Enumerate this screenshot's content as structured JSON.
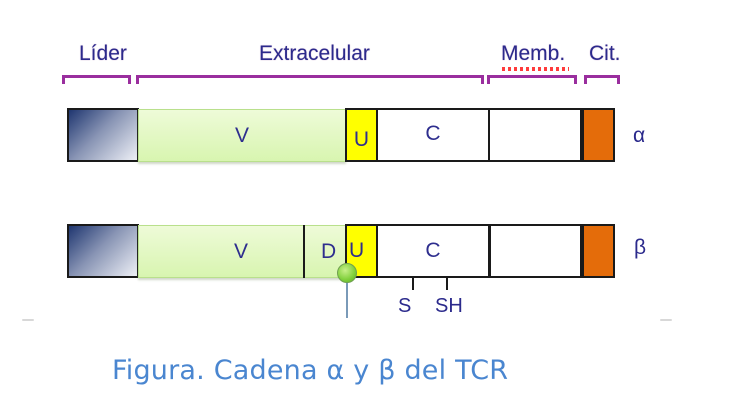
{
  "diagram": {
    "regions": {
      "leader": "Líder",
      "extracellular": "Extracelular",
      "membrane": "Memb.",
      "cytoplasmic": "Cit."
    },
    "chains": [
      {
        "name": "alpha",
        "symbol": "α",
        "segments": [
          {
            "id": "leader",
            "label": ""
          },
          {
            "id": "V",
            "label": "V"
          },
          {
            "id": "U",
            "label": "U"
          },
          {
            "id": "C",
            "label": "C"
          },
          {
            "id": "transmembrane",
            "label": ""
          },
          {
            "id": "cytoplasmic",
            "label": ""
          }
        ]
      },
      {
        "name": "beta",
        "symbol": "β",
        "segments": [
          {
            "id": "leader",
            "label": ""
          },
          {
            "id": "V",
            "label": "V"
          },
          {
            "id": "D",
            "label": "D"
          },
          {
            "id": "U",
            "label": "U"
          },
          {
            "id": "C",
            "label": "C"
          },
          {
            "id": "transmembrane",
            "label": ""
          },
          {
            "id": "cytoplasmic",
            "label": ""
          }
        ],
        "annotations": [
          "S",
          "SH"
        ]
      }
    ],
    "colors": {
      "label_text": "#2b2a8c",
      "bracket": "#9a2e9e",
      "v_region": "#d8f5b0",
      "u_region": "#ffff00",
      "cytoplasmic": "#e46c0a",
      "leader_dark": "#1f3670",
      "caption": "#4a86d0"
    }
  },
  "caption": "Figura. Cadena α y β del TCR"
}
